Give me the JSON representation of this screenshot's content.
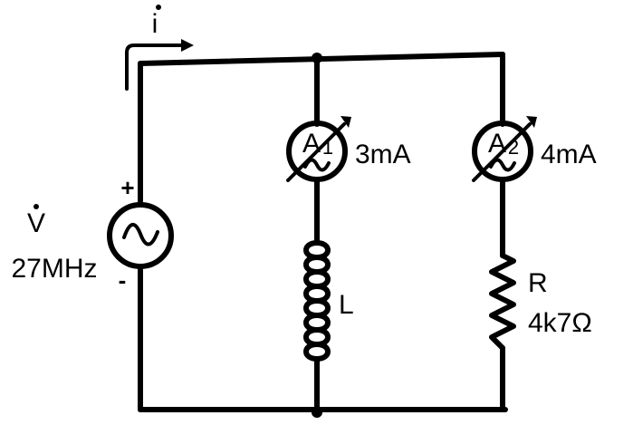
{
  "source": {
    "label": "V",
    "frequency": "27MHz",
    "plus": "+",
    "minus": "-",
    "icon": "ac-source-icon"
  },
  "current": {
    "label": "i",
    "icon": "current-arrow-icon"
  },
  "ammeter1": {
    "letter": "A",
    "index": "1",
    "reading": "3mA",
    "icon": "ammeter-icon"
  },
  "ammeter2": {
    "letter": "A",
    "index": "2",
    "reading": "4mA",
    "icon": "ammeter-icon"
  },
  "inductor": {
    "label": "L",
    "icon": "inductor-icon"
  },
  "resistor": {
    "label": "R",
    "value": "4k7Ω",
    "icon": "resistor-icon"
  },
  "colors": {
    "ink": "#000000",
    "background": "#ffffff"
  }
}
